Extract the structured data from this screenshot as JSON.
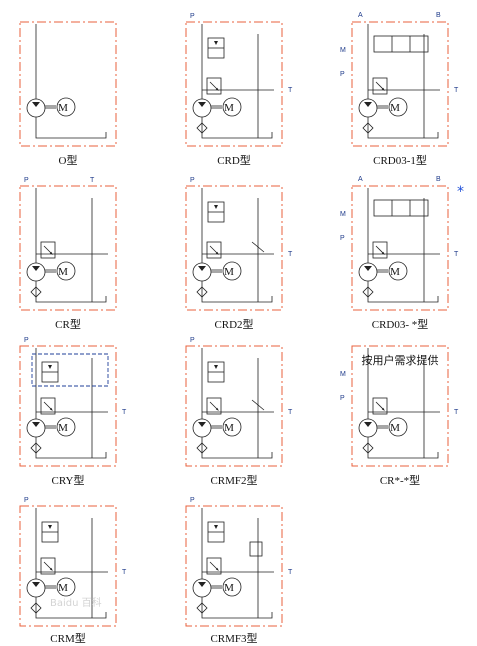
{
  "diagrams": [
    {
      "id": "O",
      "caption": "O型",
      "labels": [],
      "kind": "o"
    },
    {
      "id": "CRD",
      "caption": "CRD型",
      "labels": [
        "P",
        "T"
      ],
      "kind": "crd"
    },
    {
      "id": "CRD03-1",
      "caption": "CRD03-1型",
      "labels": [
        "A",
        "B",
        "M",
        "P",
        "T"
      ],
      "kind": "crd03"
    },
    {
      "id": "CR",
      "caption": "CR型",
      "labels": [
        "P",
        "T"
      ],
      "kind": "cr"
    },
    {
      "id": "CRD2",
      "caption": "CRD2型",
      "labels": [
        "P",
        "T"
      ],
      "kind": "crd2"
    },
    {
      "id": "CRD03-x",
      "caption": "CRD03- *型",
      "labels": [
        "A",
        "B",
        "M",
        "P",
        "T"
      ],
      "kind": "crd03x"
    },
    {
      "id": "CRY",
      "caption": "CRY型",
      "labels": [
        "P",
        "T"
      ],
      "kind": "cry"
    },
    {
      "id": "CRMF2",
      "caption": "CRMF2型",
      "labels": [
        "P",
        "T"
      ],
      "kind": "crmf2"
    },
    {
      "id": "CRxx",
      "caption": "CR*-*型",
      "labels": [
        "M",
        "P",
        "T"
      ],
      "kind": "crxx",
      "note": "按用户需求提供"
    },
    {
      "id": "CRM",
      "caption": "CRM型",
      "labels": [
        "P",
        "T"
      ],
      "kind": "crm"
    },
    {
      "id": "CRMF3",
      "caption": "CRMF3型",
      "labels": [
        "P",
        "T"
      ],
      "kind": "crmf3"
    }
  ],
  "motor_label": "M",
  "star_mark": "*",
  "watermark": "Baidu 百科",
  "colors": {
    "frame": "#e8603c",
    "port_label": "#1e3a8a",
    "star": "#1d4ed8"
  }
}
